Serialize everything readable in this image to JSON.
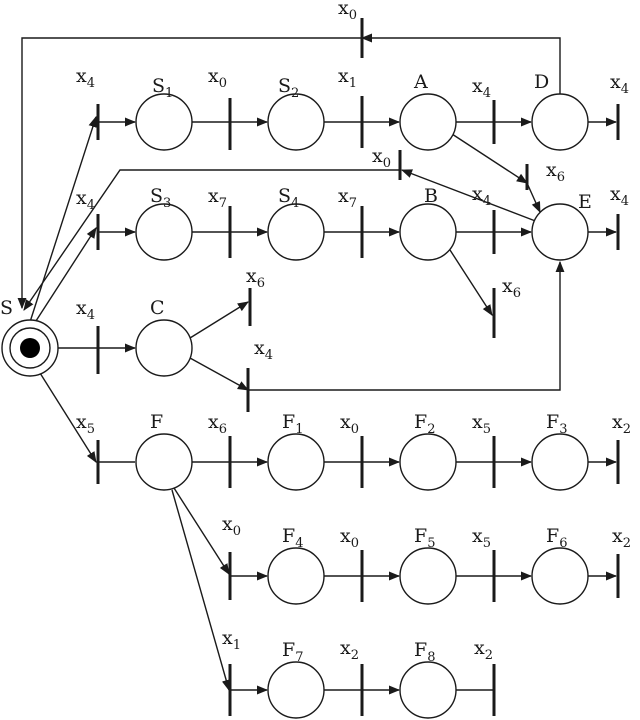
{
  "colors": {
    "ink": "#1a1a1a",
    "background": "#ffffff",
    "token": "#000000"
  },
  "start_place": {
    "name": "S"
  },
  "places": {
    "S1": {
      "name": "S",
      "sub": "1"
    },
    "S2": {
      "name": "S",
      "sub": "2"
    },
    "A": {
      "name": "A",
      "sub": ""
    },
    "D": {
      "name": "D",
      "sub": ""
    },
    "S3": {
      "name": "S",
      "sub": "3"
    },
    "S4": {
      "name": "S",
      "sub": "4"
    },
    "B": {
      "name": "B",
      "sub": ""
    },
    "E": {
      "name": "E",
      "sub": ""
    },
    "C": {
      "name": "C",
      "sub": ""
    },
    "F": {
      "name": "F",
      "sub": ""
    },
    "F1": {
      "name": "F",
      "sub": "1"
    },
    "F2": {
      "name": "F",
      "sub": "2"
    },
    "F3": {
      "name": "F",
      "sub": "3"
    },
    "F4": {
      "name": "F",
      "sub": "4"
    },
    "F5": {
      "name": "F",
      "sub": "5"
    },
    "F6": {
      "name": "F",
      "sub": "6"
    },
    "F7": {
      "name": "F",
      "sub": "7"
    },
    "F8": {
      "name": "F",
      "sub": "8"
    }
  },
  "transitions": {
    "t_top_loop": {
      "base": "x",
      "sub": "0"
    },
    "t_r1_in": {
      "base": "x",
      "sub": "4"
    },
    "t_r1_a": {
      "base": "x",
      "sub": "0"
    },
    "t_r1_b": {
      "base": "x",
      "sub": "1"
    },
    "t_r1_c": {
      "base": "x",
      "sub": "4"
    },
    "t_r1_out": {
      "base": "x",
      "sub": "4"
    },
    "t_a_e": {
      "base": "x",
      "sub": "6"
    },
    "t_e_back": {
      "base": "x",
      "sub": "0"
    },
    "t_r2_in": {
      "base": "x",
      "sub": "4"
    },
    "t_r2_a": {
      "base": "x",
      "sub": "7"
    },
    "t_r2_b": {
      "base": "x",
      "sub": "7"
    },
    "t_r2_c": {
      "base": "x",
      "sub": "4"
    },
    "t_r2_out": {
      "base": "x",
      "sub": "4"
    },
    "t_b_dead": {
      "base": "x",
      "sub": "6"
    },
    "t_r3_in": {
      "base": "x",
      "sub": "4"
    },
    "t_c_dead": {
      "base": "x",
      "sub": "6"
    },
    "t_c_e": {
      "base": "x",
      "sub": "4"
    },
    "t_r4_in": {
      "base": "x",
      "sub": "5"
    },
    "t_r4_a": {
      "base": "x",
      "sub": "6"
    },
    "t_r4_b": {
      "base": "x",
      "sub": "0"
    },
    "t_r4_c": {
      "base": "x",
      "sub": "5"
    },
    "t_r4_out": {
      "base": "x",
      "sub": "2"
    },
    "t_r5_in": {
      "base": "x",
      "sub": "0"
    },
    "t_r5_a": {
      "base": "x",
      "sub": "0"
    },
    "t_r5_b": {
      "base": "x",
      "sub": "5"
    },
    "t_r5_out": {
      "base": "x",
      "sub": "2"
    },
    "t_r6_in": {
      "base": "x",
      "sub": "1"
    },
    "t_r6_a": {
      "base": "x",
      "sub": "2"
    },
    "t_r6_out": {
      "base": "x",
      "sub": "2"
    }
  }
}
